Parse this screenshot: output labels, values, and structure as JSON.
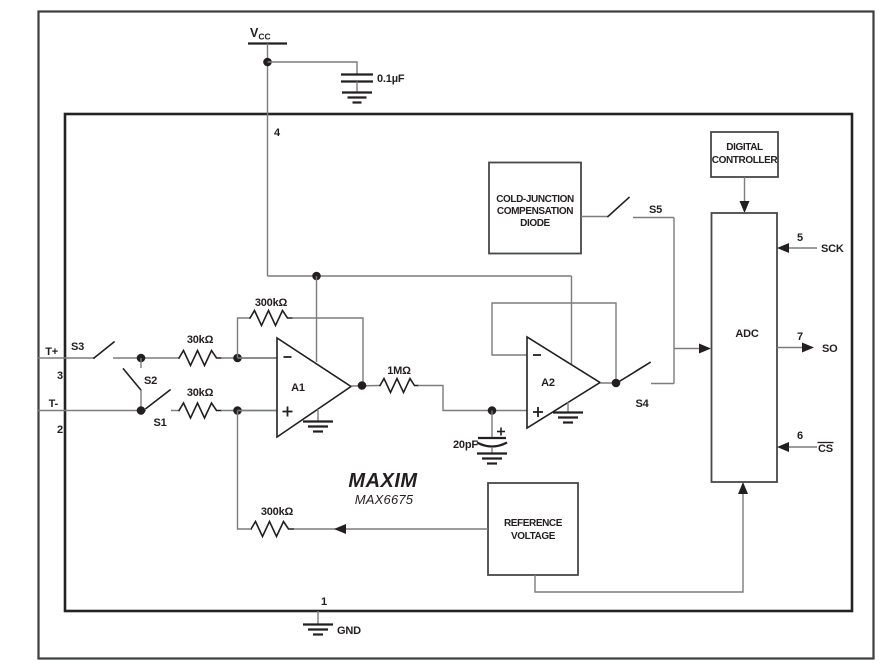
{
  "colors": {
    "wire": "#7b7c7e",
    "component": "#231f20",
    "box_stroke": "#47484a",
    "background": "#ffffff"
  },
  "power": {
    "vcc_v": "V",
    "vcc_cc": "CC",
    "cap_value": "0.1µF",
    "pin": "4"
  },
  "ground": {
    "pin": "1",
    "label": "GND"
  },
  "inputs": {
    "t_plus": "T+",
    "pin3": "3",
    "t_minus": "T-",
    "pin2": "2"
  },
  "switches": {
    "s1": "S1",
    "s2": "S2",
    "s3": "S3",
    "s4": "S4",
    "s5": "S5"
  },
  "resistors": {
    "a1_feedback": "300kΩ",
    "in_top": "30kΩ",
    "in_bottom": "30kΩ",
    "mid": "1MΩ",
    "ref": "300kΩ"
  },
  "capacitors": {
    "filter": "20pF"
  },
  "opamps": {
    "a1": "A1",
    "a2": "A2"
  },
  "blocks": {
    "cold_junction": [
      "COLD-JUNCTION",
      "COMPENSATION",
      "DIODE"
    ],
    "digital_controller": [
      "DIGITAL",
      "CONTROLLER"
    ],
    "adc": "ADC",
    "reference": [
      "REFERENCE",
      "VOLTAGE"
    ]
  },
  "pins": {
    "sck": {
      "num": "5",
      "label": "SCK"
    },
    "so": {
      "num": "7",
      "label": "SO"
    },
    "cs": {
      "num": "6",
      "label": "CS"
    }
  },
  "branding": {
    "logo": "MAXIM",
    "part": "MAX6675"
  }
}
